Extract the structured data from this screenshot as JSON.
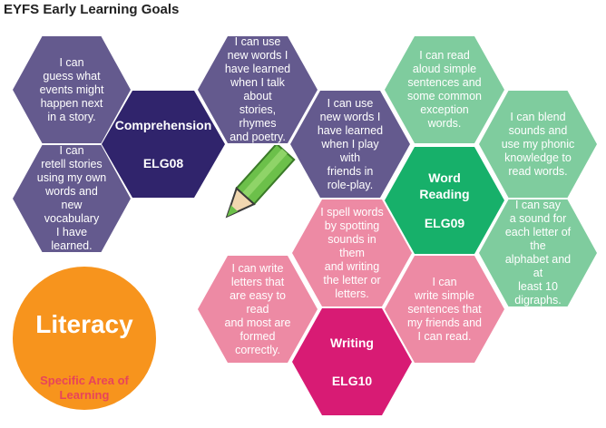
{
  "page_title": "EYFS Early Learning Goals",
  "colors": {
    "comprehension_light": "#645a8e",
    "comprehension_dark": "#30246c",
    "reading_light": "#7fcc9e",
    "reading_dark": "#17b06a",
    "writing_light": "#ed8aa4",
    "writing_dark": "#d81b74",
    "literacy": "#f7941d",
    "literacy_sub": "#e8445a",
    "pencil": "#6cc04a"
  },
  "hexagons": {
    "guess": "I can\nguess what\nevents might\nhappen next\nin a story.",
    "retell": "I can\nretell stories\nusing my own\nwords and new\nvocabulary\nI have\nlearned.",
    "comprehension": {
      "name": "Comprehension",
      "code": "ELG08"
    },
    "new_words_talk": "I can use\nnew words I\nhave learned\nwhen I talk about\nstories, rhymes\nand poetry.",
    "new_words_play": "I can use\nnew words I\nhave learned\nwhen I play with\nfriends in\nrole-play.",
    "read_aloud": "I can read\naloud simple\nsentences and\nsome common\nexception\nwords.",
    "blend": "I can blend\nsounds and\nuse my phonic\nknowledge to\nread words.",
    "word_reading": {
      "name": "Word\nReading",
      "code": "ELG09"
    },
    "say_sound": "I can say\na sound for\neach letter of the\nalphabet and at\nleast 10\ndigraphs.",
    "spell": "I spell words\nby spotting\nsounds in them\nand writing\nthe letter or\nletters.",
    "write_letters": "I can write\nletters that\nare easy to read\nand most are\nformed\ncorrectly.",
    "write_sentences": "I can\nwrite simple\nsentences that\nmy friends and\nI can read.",
    "writing": {
      "name": "Writing",
      "code": "ELG10"
    }
  },
  "literacy": {
    "title": "Literacy",
    "subtitle": "Specific Area of\nLearning"
  }
}
